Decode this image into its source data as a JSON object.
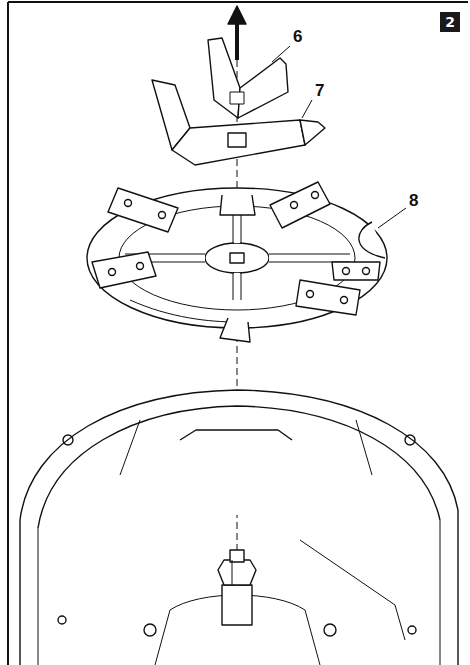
{
  "diagram": {
    "nodes": [
      {
        "text": [
          "2"
        ]
      }
    ],
    "labels": [
      "6",
      "7",
      "8"
    ]
  }
}
